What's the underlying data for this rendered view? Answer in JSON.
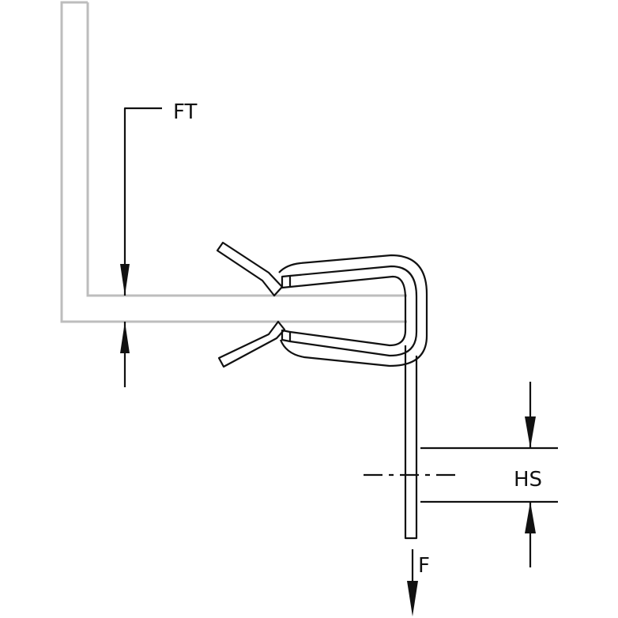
{
  "labels": {
    "panel_thickness": "FT",
    "hole_size": "HS",
    "force": "F"
  },
  "colors": {
    "panel": "#bdbdbd",
    "line": "#111111"
  }
}
